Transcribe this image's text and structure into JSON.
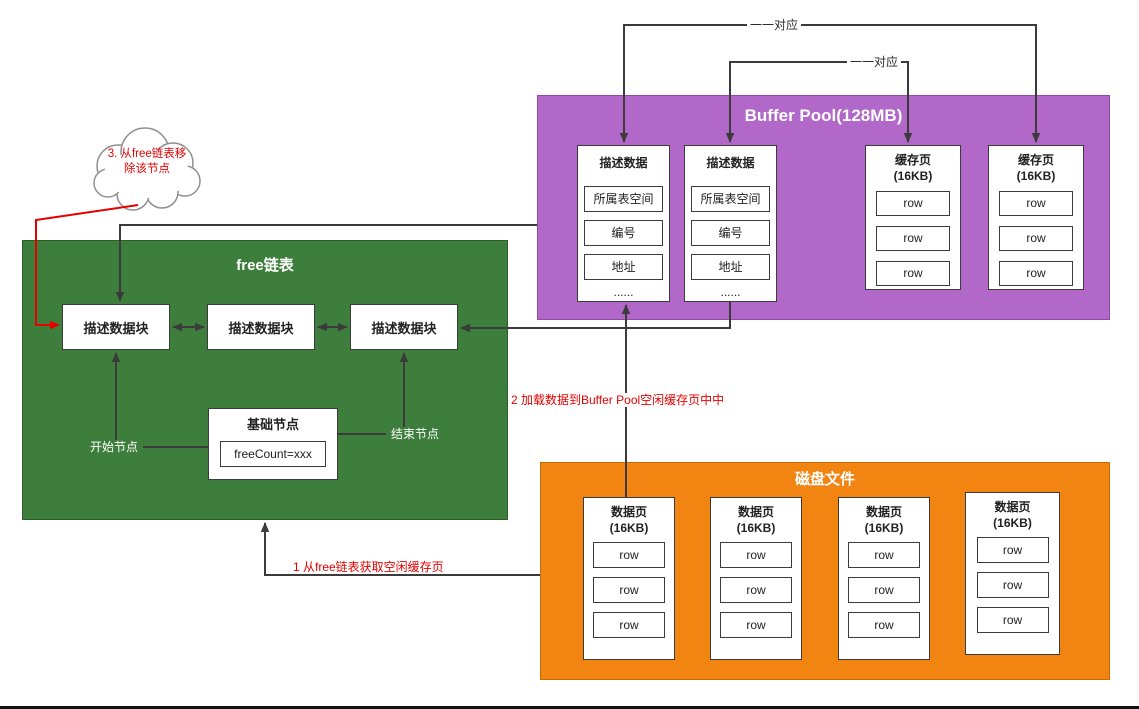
{
  "buffer_pool": {
    "title": "Buffer Pool(128MB)",
    "mapping_label_1": "一一对应",
    "mapping_label_2": "一一对应",
    "desc_blocks": [
      {
        "title": "描述数据",
        "rows": [
          "所属表空间",
          "编号",
          "地址"
        ],
        "more": "......"
      },
      {
        "title": "描述数据",
        "rows": [
          "所属表空间",
          "编号",
          "地址"
        ],
        "more": "......"
      }
    ],
    "cache_pages": [
      {
        "title": "缓存页",
        "subtitle": "(16KB)",
        "rows": [
          "row",
          "row",
          "row"
        ]
      },
      {
        "title": "缓存页",
        "subtitle": "(16KB)",
        "rows": [
          "row",
          "row",
          "row"
        ]
      }
    ]
  },
  "free_list": {
    "title": "free链表",
    "nodes": [
      "描述数据块",
      "描述数据块",
      "描述数据块"
    ],
    "base_node_title": "基础节点",
    "base_node_value": "freeCount=xxx",
    "start_label": "开始节点",
    "end_label": "结束节点"
  },
  "disk_file": {
    "title": "磁盘文件",
    "data_pages": [
      {
        "title": "数据页",
        "subtitle": "(16KB)",
        "rows": [
          "row",
          "row",
          "row"
        ]
      },
      {
        "title": "数据页",
        "subtitle": "(16KB)",
        "rows": [
          "row",
          "row",
          "row"
        ]
      },
      {
        "title": "数据页",
        "subtitle": "(16KB)",
        "rows": [
          "row",
          "row",
          "row"
        ]
      },
      {
        "title": "数据页",
        "subtitle": "(16KB)",
        "rows": [
          "row",
          "row",
          "row"
        ]
      }
    ]
  },
  "annotations": {
    "step1": "1 从free链表获取空闲缓存页",
    "step2": "2 加载数据到Buffer Pool空闲缓存页中中",
    "step3": "3. 从free链表移除该节点"
  },
  "colors": {
    "buffer_pool_fill": "#b168c8",
    "free_list_fill": "#3e7e3c",
    "disk_fill": "#f28411",
    "line": "#3b3b3b",
    "annotation_red": "#e60000"
  }
}
